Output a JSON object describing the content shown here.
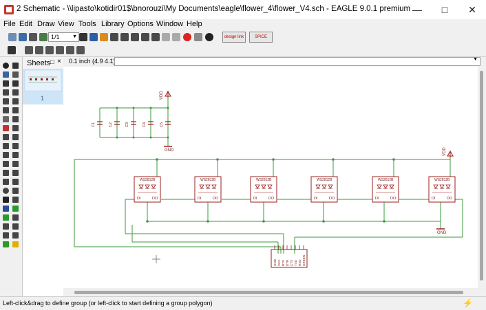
{
  "window": {
    "title": "2 Schematic - \\\\lipasto\\kotidir01$\\bnorouzi\\My Documents\\eagle\\flower_4\\flower_V4.sch - EAGLE 9.0.1 premium",
    "minimize_icon": "minimize-icon",
    "maximize_icon": "maximize-icon",
    "close_icon": "close-icon"
  },
  "menu": [
    "File",
    "Edit",
    "Draw",
    "View",
    "Tools",
    "Library",
    "Options",
    "Window",
    "Help"
  ],
  "toolbar": {
    "sheet_select": "1/1"
  },
  "sheets": {
    "title": "Sheets",
    "sheet_number": "1"
  },
  "coordinate": "0.1 inch (4.9 4.1)",
  "command_line": "",
  "status": {
    "text": "Left-click&drag to define group (or left-click to start defining a group polygon)"
  },
  "schematic": {
    "vdd_label": "VDD",
    "gnd_label": "GND",
    "capacitors": [
      "C1",
      "C2",
      "C3",
      "C4",
      "C5"
    ],
    "led_part": "WS2812B",
    "led_count": 6,
    "pin_di": "DI",
    "pin_do": "DO",
    "header_pins": [
      "GND",
      "VCC",
      "RTS",
      "DTR",
      "CTS",
      "TXD",
      "RXD",
      "GREEN"
    ]
  },
  "colors": {
    "wire": "#3a9a3a",
    "part": "#9b1c1c",
    "text": "#7a1a1a",
    "canvas": "#ffffff"
  }
}
